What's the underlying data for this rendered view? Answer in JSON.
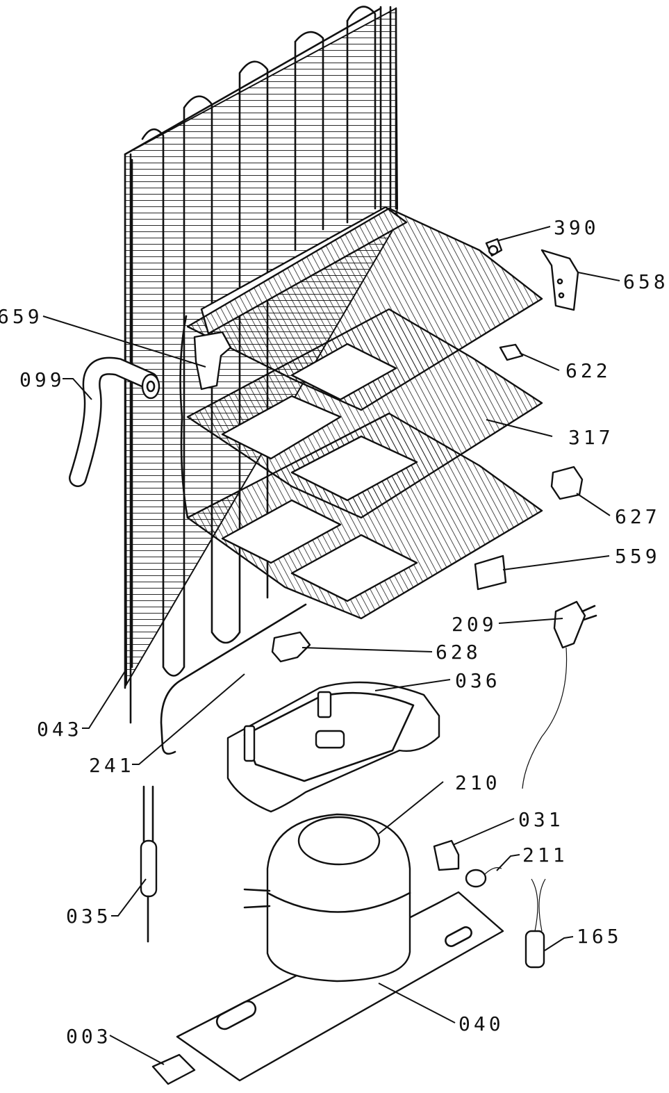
{
  "diagram": {
    "parts": [
      {
        "id": "390",
        "label": "390",
        "part": "small-clip"
      },
      {
        "id": "658",
        "label": "658",
        "part": "hinge-bracket"
      },
      {
        "id": "659",
        "label": "659",
        "part": "thermostat-bracket"
      },
      {
        "id": "622",
        "label": "622",
        "part": "small-cap"
      },
      {
        "id": "099",
        "label": "099",
        "part": "drain-hose"
      },
      {
        "id": "317",
        "label": "317",
        "part": "evaporator-shelf"
      },
      {
        "id": "627",
        "label": "627",
        "part": "shelf-holder"
      },
      {
        "id": "559",
        "label": "559",
        "part": "cover-plate"
      },
      {
        "id": "209",
        "label": "209",
        "part": "mains-plug"
      },
      {
        "id": "628",
        "label": "628",
        "part": "support-clip"
      },
      {
        "id": "036",
        "label": "036",
        "part": "drip-tray"
      },
      {
        "id": "043",
        "label": "043",
        "part": "condenser"
      },
      {
        "id": "241",
        "label": "241",
        "part": "capillary-tube"
      },
      {
        "id": "210",
        "label": "210",
        "part": "compressor"
      },
      {
        "id": "031",
        "label": "031",
        "part": "relay"
      },
      {
        "id": "211",
        "label": "211",
        "part": "overload-protector"
      },
      {
        "id": "035",
        "label": "035",
        "part": "filter-drier"
      },
      {
        "id": "165",
        "label": "165",
        "part": "capacitor"
      },
      {
        "id": "040",
        "label": "040",
        "part": "base-plate"
      },
      {
        "id": "003",
        "label": "003",
        "part": "terminal-block"
      }
    ]
  }
}
